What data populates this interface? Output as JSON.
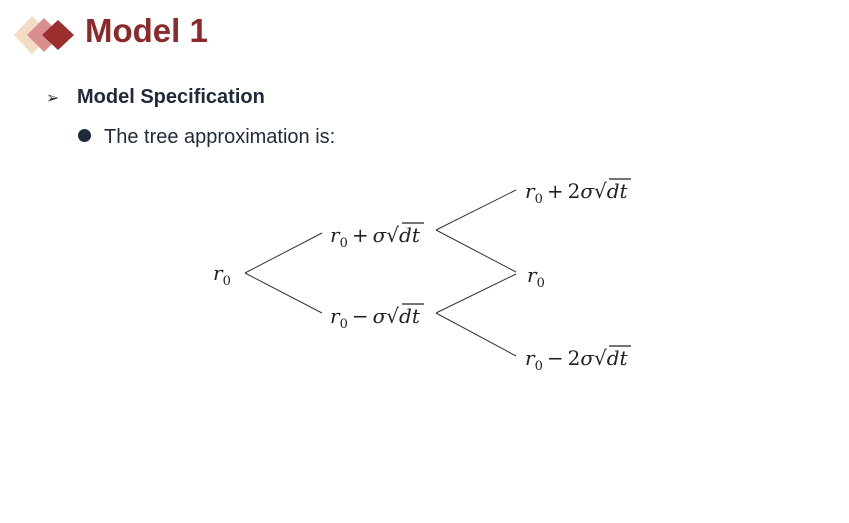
{
  "slide": {
    "title": "Model 1",
    "bullet_1": "Model Specification",
    "bullet_2": "The tree approximation is:"
  },
  "colors": {
    "title": "#8b2a2a",
    "text": "#1e2a3a",
    "logo_light": "#f3dcc4",
    "logo_mid": "#d98f8f",
    "logo_dark": "#9b2e2e"
  },
  "icons": {
    "logo": "diamond-stack-icon",
    "level1_bullet": "arrow-right-icon",
    "level2_bullet": "filled-circle-icon"
  },
  "tree": {
    "nodes": {
      "root": {
        "base": "r",
        "sub": "0",
        "op": "",
        "coef": "",
        "sigma": "",
        "sqrt": "",
        "radicand": ""
      },
      "up_1": {
        "base": "r",
        "sub": "0",
        "op": "+",
        "coef": "",
        "sigma": "σ",
        "sqrt": "√",
        "radicand": "dt"
      },
      "down_1": {
        "base": "r",
        "sub": "0",
        "op": "−",
        "coef": "",
        "sigma": "σ",
        "sqrt": "√",
        "radicand": "dt"
      },
      "up_2": {
        "base": "r",
        "sub": "0",
        "op": "+",
        "coef": "2",
        "sigma": "σ",
        "sqrt": "√",
        "radicand": "dt"
      },
      "mid_2": {
        "base": "r",
        "sub": "0",
        "op": "",
        "coef": "",
        "sigma": "",
        "sqrt": "",
        "radicand": ""
      },
      "down_2": {
        "base": "r",
        "sub": "0",
        "op": "−",
        "coef": "2",
        "sigma": "σ",
        "sqrt": "√",
        "radicand": "dt"
      }
    }
  }
}
